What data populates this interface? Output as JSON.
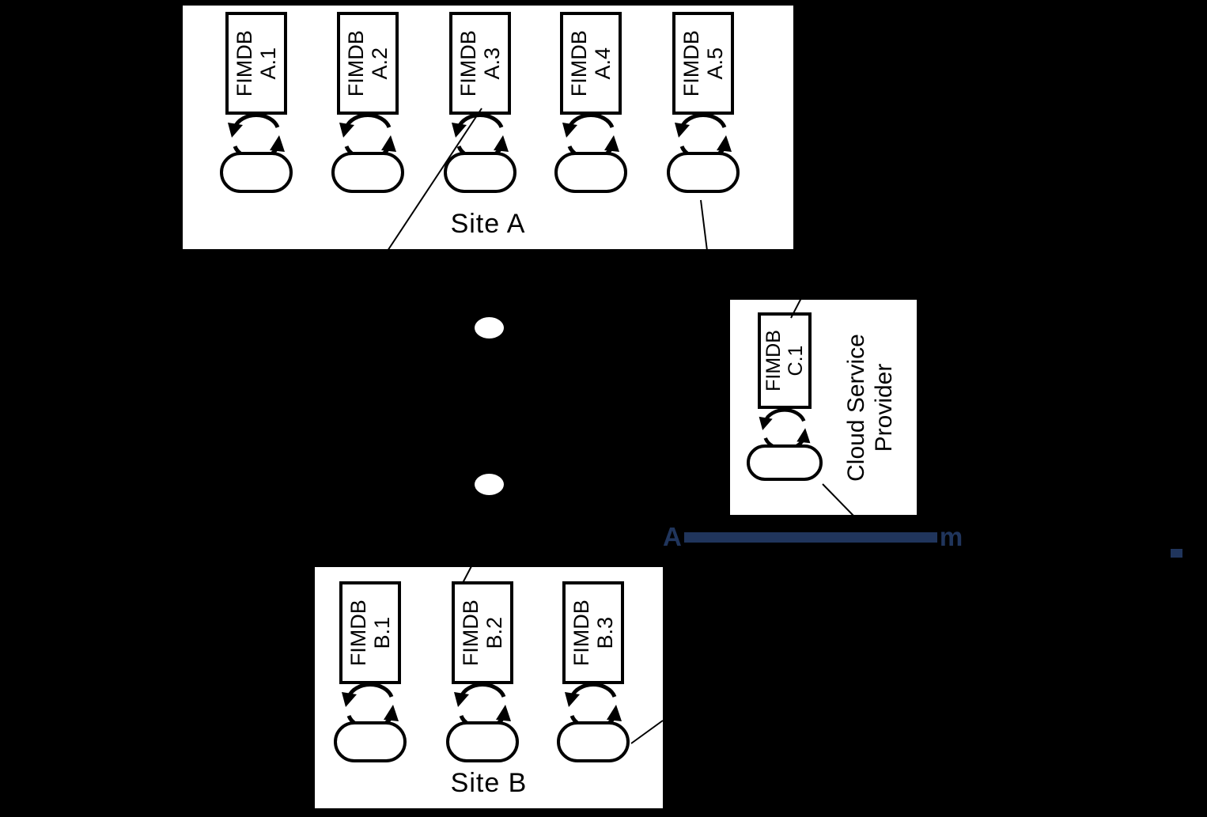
{
  "figure": {
    "background_color": "#000000",
    "box_fill_color": "#ffffff",
    "line_color": "#000000",
    "annotation_color": "#20355c"
  },
  "site_a": {
    "name": "Site A",
    "nodes": [
      {
        "line1": "FIMDB",
        "line2": "A.1"
      },
      {
        "line1": "FIMDB",
        "line2": "A.2"
      },
      {
        "line1": "FIMDB",
        "line2": "A.3"
      },
      {
        "line1": "FIMDB",
        "line2": "A.4"
      },
      {
        "line1": "FIMDB",
        "line2": "A.5"
      }
    ]
  },
  "site_b": {
    "name": "Site B",
    "nodes": [
      {
        "line1": "FIMDB",
        "line2": "B.1"
      },
      {
        "line1": "FIMDB",
        "line2": "B.2"
      },
      {
        "line1": "FIMDB",
        "line2": "B.3"
      }
    ]
  },
  "cloud": {
    "title_line1": "Cloud Service",
    "title_line2": "Provider",
    "node": {
      "line1": "FIMDB",
      "line2": "C.1"
    }
  },
  "annotation": {
    "visible_start": "A",
    "visible_end": "m"
  },
  "icons": {
    "replication_loop": "circular-sync-arrows",
    "ellipsis_dot": "white-ellipse"
  }
}
